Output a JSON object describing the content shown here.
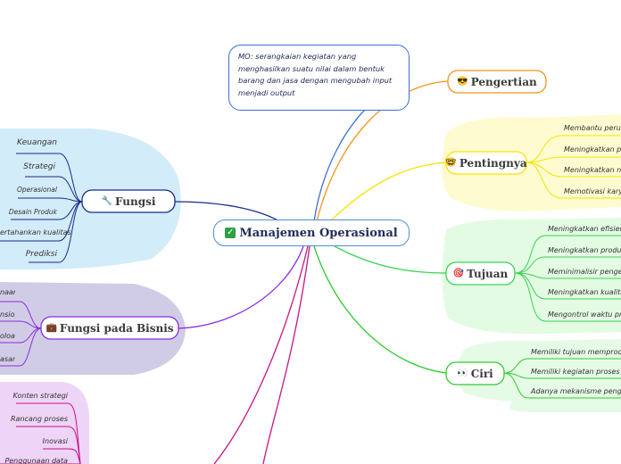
{
  "central": {
    "label": "Manajemen Operasional",
    "icon": "check-icon"
  },
  "note": {
    "text": "MO: serangkaian kegiatan yang menghasilkan suatu nilai dalam bentuk barang dan jasa dengan mengubah input menjadi output"
  },
  "branches": {
    "pengertian": {
      "label": "Pengertian",
      "icon": "sunglasses-face-icon",
      "color": "#f7941d"
    },
    "pentingnya": {
      "label": "Pentingnya",
      "icon": "nerd-face-icon",
      "color": "#f2e600",
      "items": [
        "Membantu perusah",
        "Meningkatkan prod",
        "Meningkatkan niat",
        "Memotivasi karyaw"
      ]
    },
    "tujuan": {
      "label": "Tujuan",
      "icon": "target-icon",
      "color": "#39d353",
      "items": [
        "Meningkatkan efisiensi",
        "Meningkatkan produktivi",
        "Meminimalisir pengelua",
        "Meningkatkan kualitas",
        "Mengontrol waktu proses"
      ]
    },
    "ciri": {
      "label": "Ciri",
      "icon": "eyes-icon",
      "color": "#2ecc2e",
      "items": [
        "Memiliki tujuan memproduksi",
        "Memiliki kegiatan proses peng",
        "Adanya mekanisme pengendal"
      ]
    },
    "fungsi": {
      "label": "Fungsi",
      "icon": "wrench-icon",
      "color": "#1a2a8a",
      "items": [
        "Keuangan",
        "Strategi",
        "Operasional",
        "Desain Produk",
        "ertahankan kualitas",
        "Prediksi"
      ]
    },
    "fungsi_bisnis": {
      "label": "Fungsi pada Bisnis",
      "icon": "briefcase-icon",
      "color": "#8a2be2",
      "items": [
        "naan",
        "nsion",
        "oloah",
        "asan"
      ]
    },
    "lower": {
      "color": "#c71585",
      "items": [
        "Konten strategi",
        "Rancang proses",
        "Inovasi",
        "Penggunaan data"
      ]
    }
  }
}
